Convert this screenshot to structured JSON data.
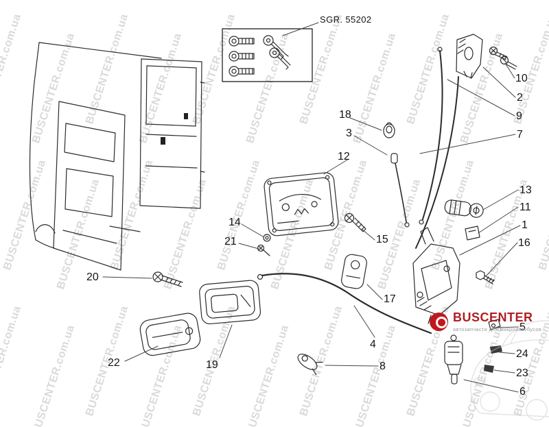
{
  "watermark": {
    "text": "BUSCENTER.com.ua",
    "color": "#dadada"
  },
  "sgr": {
    "label": "SGR. 55202"
  },
  "parts": [
    {
      "n": "18"
    },
    {
      "n": "3"
    },
    {
      "n": "12"
    },
    {
      "n": "14"
    },
    {
      "n": "21"
    },
    {
      "n": "20"
    },
    {
      "n": "22"
    },
    {
      "n": "19"
    },
    {
      "n": "15"
    },
    {
      "n": "17"
    },
    {
      "n": "4"
    },
    {
      "n": "8"
    },
    {
      "n": "10"
    },
    {
      "n": "2"
    },
    {
      "n": "9"
    },
    {
      "n": "7"
    },
    {
      "n": "13"
    },
    {
      "n": "11"
    },
    {
      "n": "1"
    },
    {
      "n": "16"
    },
    {
      "n": "5"
    },
    {
      "n": "24"
    },
    {
      "n": "23"
    },
    {
      "n": "6"
    }
  ],
  "logo": {
    "brand": "BUSCENTER",
    "tagline": "автозапчасти для микроавтобусов",
    "accent": "#b01e23",
    "icon_color": "#c0181d"
  },
  "drawing": {
    "line_color": "#2a2a2a",
    "leader_color": "#444444",
    "ghost_color": "#cccccc"
  }
}
